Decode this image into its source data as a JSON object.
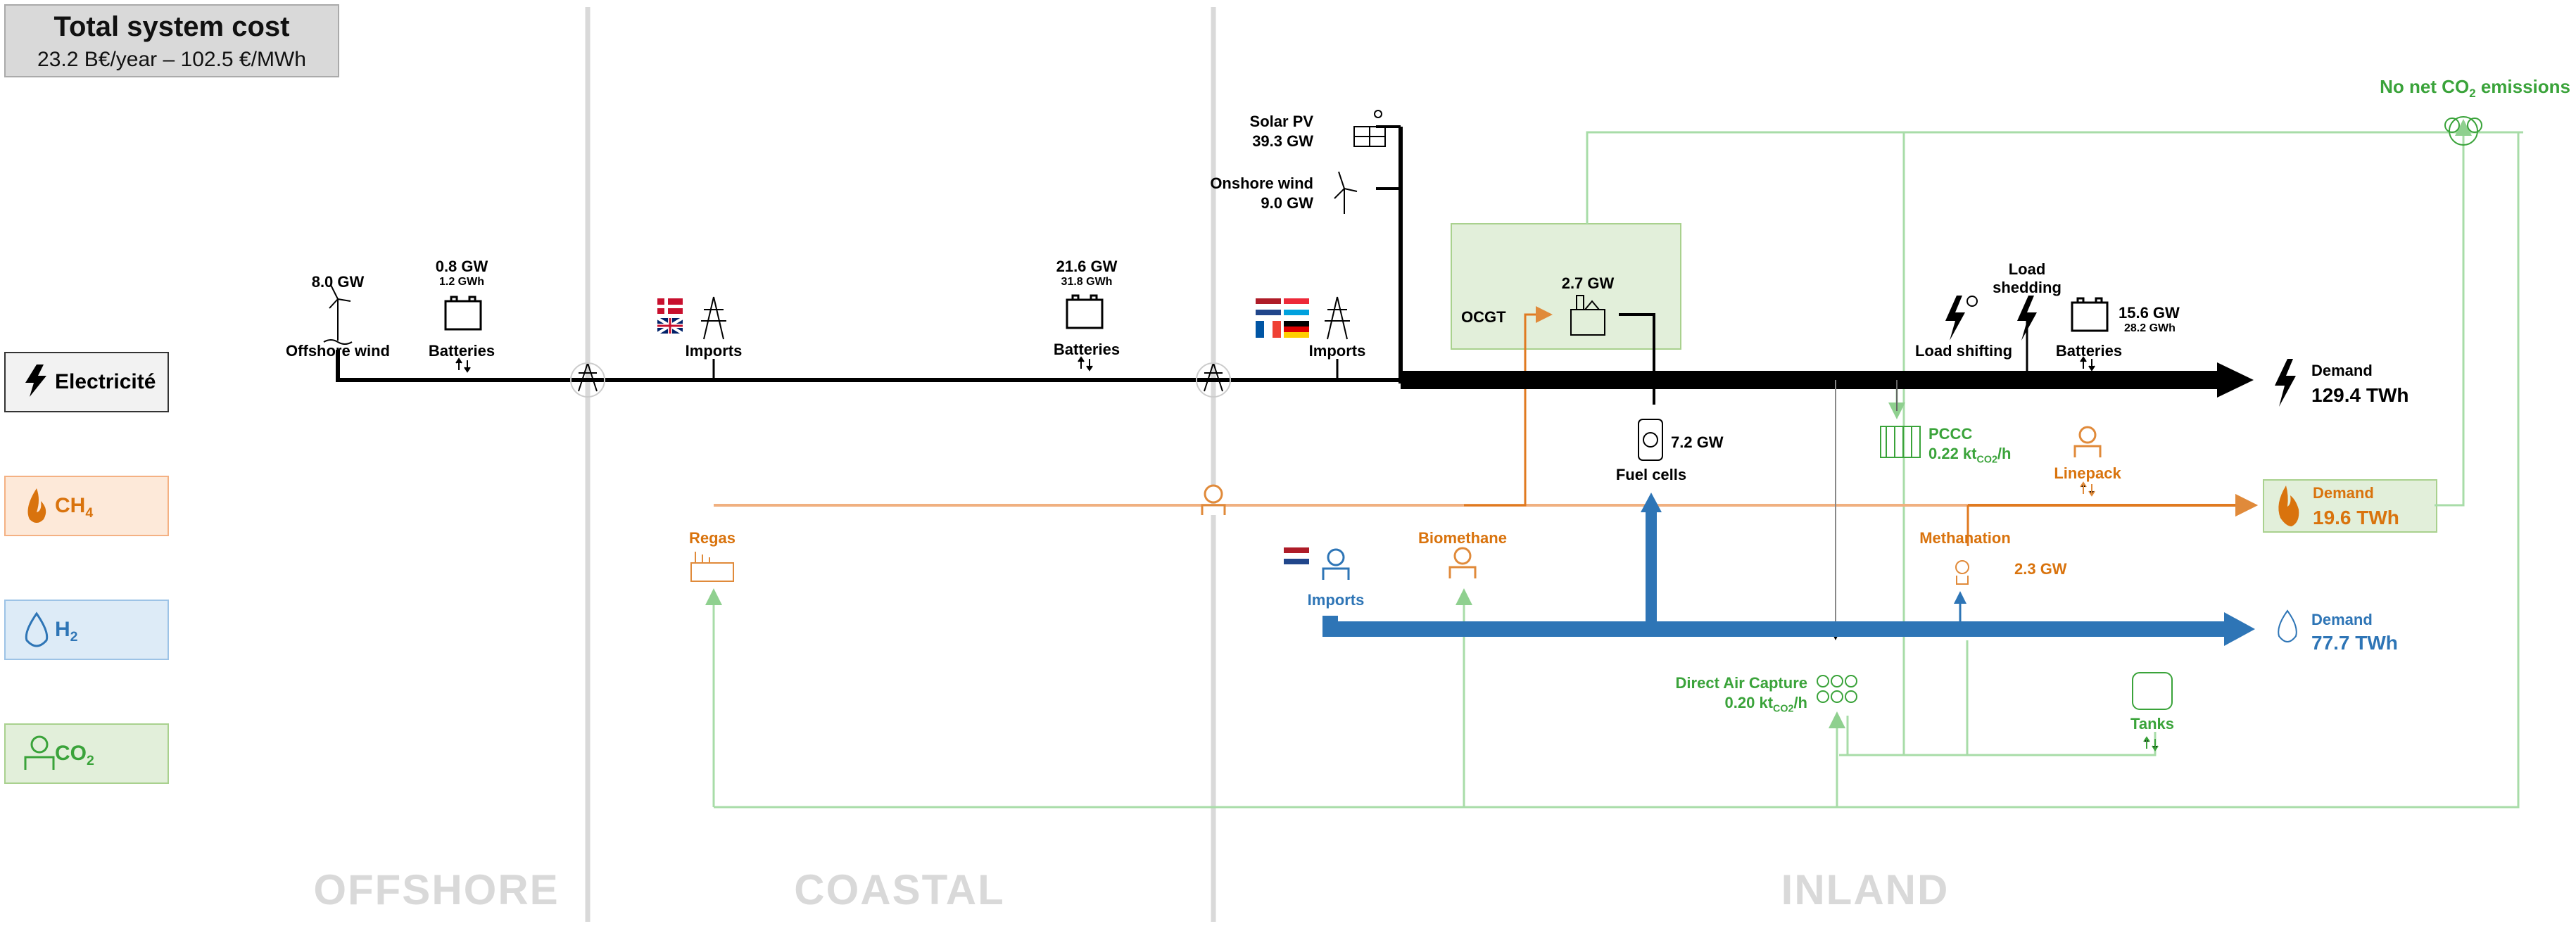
{
  "header": {
    "title": "Total system cost",
    "subtitle": "23.2 B€/year – 102.5 €/MWh"
  },
  "legend": [
    {
      "label": "Electricité",
      "color": "#000000",
      "bg": "#f2f2f2",
      "icon": "lightning-icon"
    },
    {
      "label": "CH",
      "sub": "4",
      "color": "#d9730d",
      "bg": "#fde9d9",
      "icon": "flame-icon"
    },
    {
      "label": "H",
      "sub": "2",
      "color": "#2e75b6",
      "bg": "#ddebf7",
      "icon": "h2-drop-icon"
    },
    {
      "label": "CO",
      "sub": "2",
      "color": "#3aa33a",
      "bg": "#e2efda",
      "icon": "co2-valve-icon"
    }
  ],
  "zones": {
    "offshore": "OFFSHORE",
    "coastal": "COASTAL",
    "inland": "INLAND"
  },
  "colors": {
    "electricity": "#000000",
    "methane": "#d9730d",
    "hydrogen": "#2e75b6",
    "co2": "#3aa33a",
    "zone_line": "#d9d9d9"
  },
  "offshore": {
    "wind_value": "8.0 GW",
    "wind_label": "Offshore wind",
    "battery_power": "0.8 GW",
    "battery_energy": "1.2 GWh",
    "battery_label": "Batteries"
  },
  "coastal": {
    "imports_label": "Imports",
    "imports_flags": [
      "Denmark",
      "United Kingdom"
    ],
    "battery_power": "21.6 GW",
    "battery_energy": "31.8 GWh",
    "battery_label": "Batteries",
    "regas_label": "Regas"
  },
  "inland": {
    "solar_label": "Solar PV",
    "solar_value": "39.3 GW",
    "onshore_label": "Onshore wind",
    "onshore_value": "9.0 GW",
    "imports_label": "Imports",
    "imports_flags": [
      "France",
      "Luxembourg",
      "Netherlands",
      "Germany"
    ],
    "ocgt_label": "OCGT",
    "ocgt_value": "2.7 GW",
    "fuel_cells_value": "7.2 GW",
    "fuel_cells_label": "Fuel cells",
    "load_shedding_label_1": "Load",
    "load_shedding_label_2": "shedding",
    "load_shifting_label": "Load shifting",
    "battery_power": "15.6 GW",
    "battery_energy": "28.2 GWh",
    "battery_label": "Batteries",
    "elec_demand_label": "Demand",
    "elec_demand_value": "129.4 TWh",
    "pccc_label": "PCCC",
    "pccc_value": "0.22 kt",
    "pccc_unit_sub": "CO2",
    "pccc_unit_tail": "/h",
    "linepack_label": "Linepack",
    "biomethane_label": "Biomethane",
    "methanation_label": "Methanation",
    "methanation_value": "2.3 GW",
    "ch4_demand_label": "Demand",
    "ch4_demand_value": "19.6 TWh",
    "h2_imports_label": "Imports",
    "h2_imports_flag": "Netherlands",
    "h2_demand_label": "Demand",
    "h2_demand_value": "77.7 TWh",
    "dac_label": "Direct Air Capture",
    "dac_value": "0.20 kt",
    "dac_unit_sub": "CO2",
    "dac_unit_tail": "/h",
    "tanks_label": "Tanks",
    "net_zero_label": "No net CO",
    "net_zero_sub": "2",
    "net_zero_tail": " emissions"
  }
}
